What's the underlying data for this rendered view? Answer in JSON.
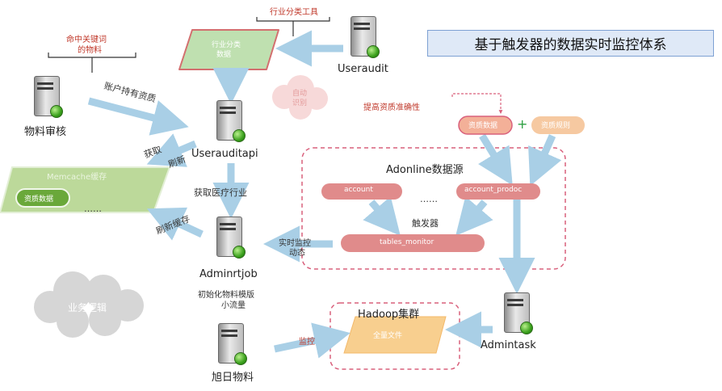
{
  "title": "基于触发器的数据实时监控体系",
  "nodes": {
    "wuliao_shenhe": "物料审核",
    "useraudit": "Useraudit",
    "userauditapi": "Userauditapi",
    "adminrtjob": "Adminrtjob",
    "admintask": "Admintask",
    "xuri_wuliao": "旭日物料"
  },
  "labels": {
    "hit_keyword_line1": "命中关键词",
    "hit_keyword_line2": "的物料",
    "industry_tool": "行业分类工具",
    "account_resources": "账户持有资质",
    "fetch": "获取",
    "refresh_top": "刷新",
    "fetch_medical": "获取医疗行业",
    "refresh_cache": "刷新缓存",
    "realtime_monitor_line1": "实时监控",
    "realtime_monitor_line2": "动态",
    "init_line1": "初始化物料模版",
    "init_line2": "小流量",
    "monitor": "监控",
    "improve_accuracy": "提高资质准确性",
    "adonline": "Adonline数据源",
    "trigger": "触发器",
    "ellipsis": "……",
    "ellipsis_left": "……",
    "plus": "+",
    "hadoop": "Hadoop集群",
    "memcache": "Memcache缓存",
    "business_logic": "业务逻辑"
  },
  "boxes": {
    "industry_data_line1": "行业分类",
    "industry_data_line2": "数据",
    "cloud_top_line1": "自动",
    "cloud_top_line2": "识别",
    "qual_pill_left": "资质数据",
    "qual_pill_right": "资质规则",
    "account": "account",
    "account_prodoc": "account_prodoc",
    "tables_monitor": "tables_monitor",
    "resource_data": "资质数据",
    "hadoop_file": "全量文件"
  },
  "colors": {
    "arrow_blue": "#a9cfe6",
    "pill_red": "#e08b8b",
    "pill_orange": "#f6c9a1",
    "memcache_green": "#b9d897",
    "hadoop_orange": "#f8cf8f",
    "dashed_red": "#d9607c",
    "title_bg": "#dfe9f7"
  }
}
